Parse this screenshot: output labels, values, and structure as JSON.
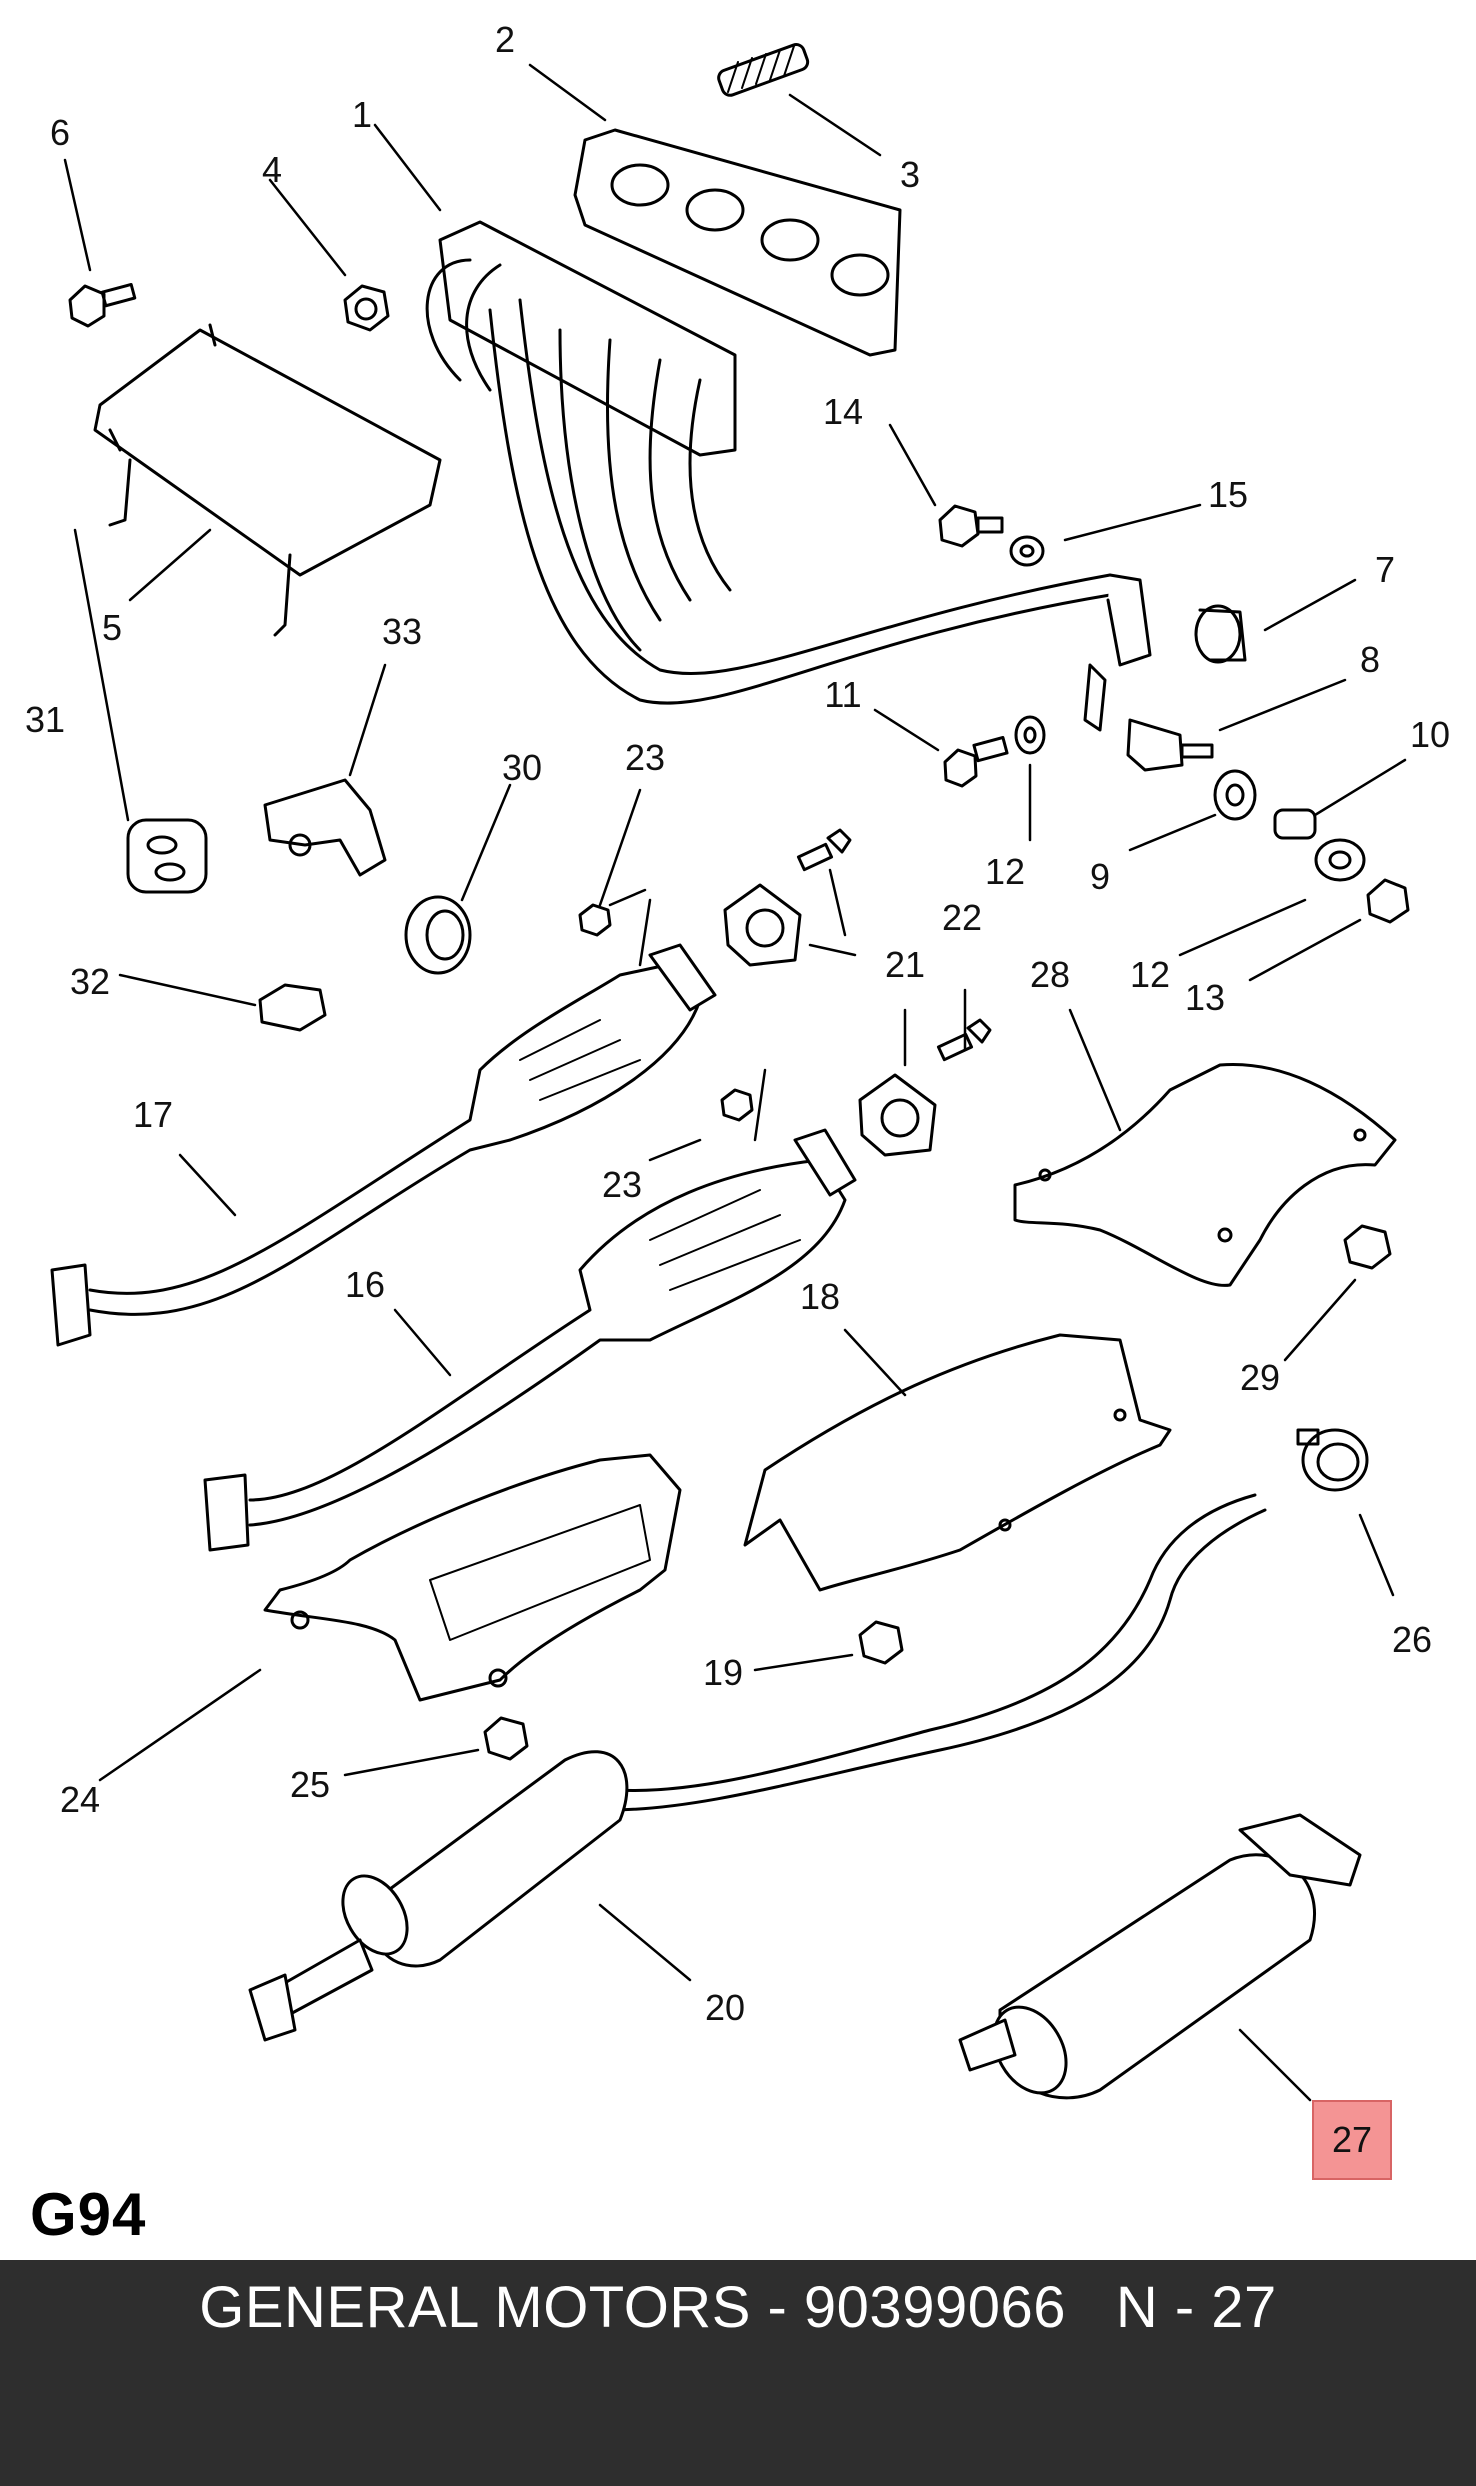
{
  "diagram_code": "G94",
  "footer": {
    "brand": "GENERAL MOTORS",
    "part_number": "90399066",
    "position": "N - 27",
    "text": "GENERAL MOTORS - 90399066   N - 27"
  },
  "highlighted_part": "27",
  "colors": {
    "highlight": "#f49494",
    "footer_bg": "#2e2e2e",
    "line": "#000000"
  },
  "callouts": [
    "1",
    "2",
    "3",
    "4",
    "5",
    "6",
    "7",
    "8",
    "9",
    "10",
    "11",
    "12",
    "12",
    "13",
    "14",
    "15",
    "16",
    "17",
    "18",
    "19",
    "20",
    "21",
    "22",
    "23",
    "23",
    "24",
    "25",
    "26",
    "27",
    "28",
    "29",
    "30",
    "31",
    "32",
    "33"
  ]
}
